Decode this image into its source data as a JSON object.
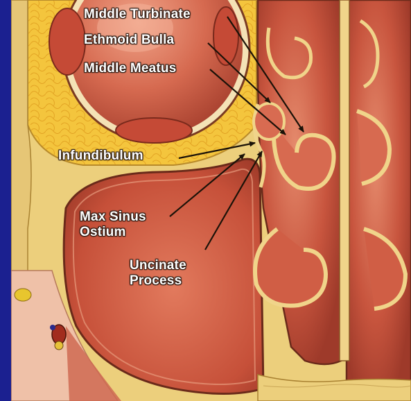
{
  "labels": {
    "middle_turbinate": "Middle Turbinate",
    "ethmoid_bulla": "Ethmoid Bulla",
    "middle_meatus": "Middle Meatus",
    "infundibulum": "Infundibulum",
    "max_sinus_ostium": [
      "Max Sinus",
      "Ostium"
    ],
    "uncinate_process": [
      "Uncinate",
      "Process"
    ]
  },
  "colors": {
    "frame_blue": "#1b2090",
    "bone_yellow": "#f0d27a",
    "fat_yellow": "#f3c33a",
    "mucosa_red": "#c8553e",
    "mucosa_dark": "#a23c2c",
    "outline": "#5a2b1c"
  }
}
